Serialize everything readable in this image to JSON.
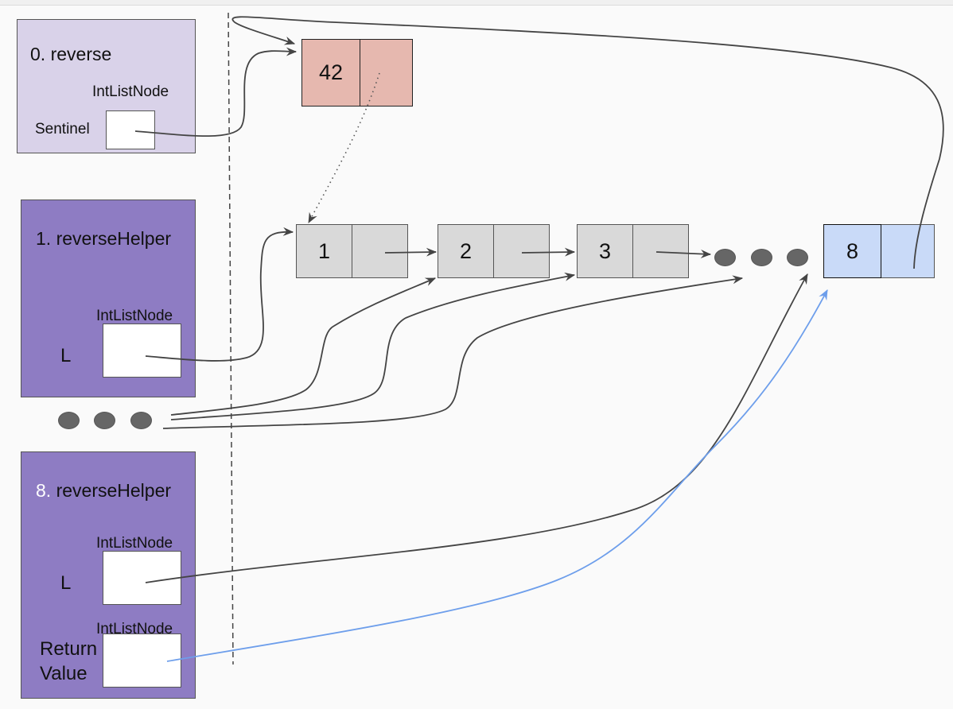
{
  "diagram": {
    "colors": {
      "background": "#fafafa",
      "frame_root": "#d9d2e9",
      "frame_helper": "#8e7cc3",
      "sentinel_node": "#e6b8af",
      "list_node": "#d9d9d9",
      "last_node": "#c9daf8",
      "pointer": "#444444",
      "return_pointer": "#6d9eeb"
    },
    "frames": [
      {
        "id": "f0",
        "title_num": "0.",
        "title_name": "reverse",
        "vars": [
          {
            "name": "Sentinel",
            "type": "IntListNode"
          }
        ]
      },
      {
        "id": "f1",
        "title_num": "1.",
        "title_name": "reverseHelper",
        "vars": [
          {
            "name": "L",
            "type": "IntListNode"
          }
        ]
      },
      {
        "id": "f8",
        "title_num": "8.",
        "title_name": "reverseHelper",
        "vars": [
          {
            "name": "L",
            "type": "IntListNode"
          },
          {
            "name": "Return Value",
            "name_line1": "Return",
            "name_line2": "Value",
            "type": "IntListNode"
          }
        ]
      }
    ],
    "frame_ellipsis": "● ● ●",
    "heap_nodes": [
      {
        "id": "sentinel",
        "value": "42",
        "color": "#e6b8af"
      },
      {
        "id": "n1",
        "value": "1",
        "color": "#d9d9d9"
      },
      {
        "id": "n2",
        "value": "2",
        "color": "#d9d9d9"
      },
      {
        "id": "n3",
        "value": "3",
        "color": "#d9d9d9"
      },
      {
        "id": "n8",
        "value": "8",
        "color": "#c9daf8"
      }
    ],
    "heap_ellipsis": "● ● ●",
    "pointers": [
      {
        "from": "f0.Sentinel",
        "to": "sentinel",
        "style": "solid"
      },
      {
        "from": "sentinel.next",
        "to": "n1",
        "style": "dotted"
      },
      {
        "from": "n1.next",
        "to": "n2",
        "style": "solid"
      },
      {
        "from": "n2.next",
        "to": "n3",
        "style": "solid"
      },
      {
        "from": "n3.next",
        "to": "ellipsis",
        "style": "solid"
      },
      {
        "from": "n8.next",
        "to": "sentinel",
        "style": "solid"
      },
      {
        "from": "f1.L",
        "to": "n1",
        "style": "solid"
      },
      {
        "from": "frames-ellipsis",
        "to": "n2",
        "style": "solid"
      },
      {
        "from": "frames-ellipsis",
        "to": "n3",
        "style": "solid"
      },
      {
        "from": "frames-ellipsis",
        "to": "ellipsis",
        "style": "solid"
      },
      {
        "from": "f8.L",
        "to": "n8",
        "style": "solid"
      },
      {
        "from": "f8.ReturnValue",
        "to": "n8",
        "style": "solid-blue"
      }
    ]
  }
}
